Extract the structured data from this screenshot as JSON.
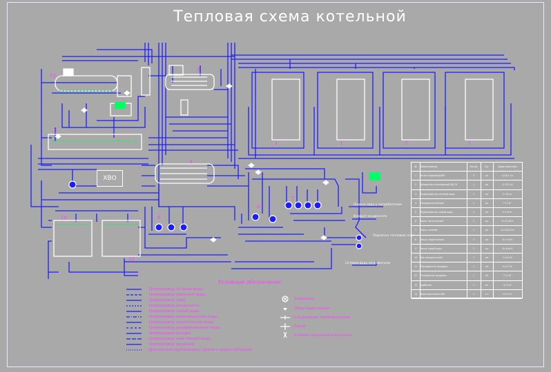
{
  "title": "Тепловая схема котельной",
  "yvo_label": "ХВО",
  "legend_title": "Условные обозначения",
  "legend_lines": [
    "Трубопровод сетевой воды",
    "Трубопровод обратной воды",
    "Трубопровод пара",
    "Трубопровод конденсата",
    "Трубопровод сырой воды",
    "Трубопровод химочищенной воды",
    "Трубопровод подпиточной воды",
    "Трубопровод деаэрированной воды",
    "Трубопровод выпара",
    "Трубопровод умягчённой воды",
    "Трубопровод продувки",
    "Дренажный трубопровод горячего водоснабжения"
  ],
  "symbols": [
    "Задвижка",
    "Обратный клапан",
    "Соединение трубопроводов",
    "Насос",
    "Клапан предохранительный"
  ],
  "side_notes": [
    "Подача пара к потребителям",
    "Возврат конденсата",
    "Подпитка тепловой сети",
    "Сетевая вода потребителю"
  ],
  "table": {
    "header": [
      "№",
      "Наименование",
      "Кол-во",
      "Ед.",
      "Характеристика"
    ],
    "rows": [
      [
        "1",
        "Котёл паровой ДКВР",
        "4",
        "шт",
        "Q=6,5 т/ч"
      ],
      [
        "2",
        "Деаэратор атмосферный ДА-25",
        "1",
        "шт",
        "G=25 т/ч"
      ],
      [
        "3",
        "Подогреватель сетевой воды",
        "2",
        "шт",
        "F=30 м²"
      ],
      [
        "4",
        "Охладитель выпара",
        "1",
        "шт",
        "F=2 м²"
      ],
      [
        "5",
        "Подогреватель сырой воды",
        "1",
        "шт",
        "F=10 м²"
      ],
      [
        "6",
        "Насос питательный",
        "3",
        "шт",
        "G=10 м³/ч"
      ],
      [
        "7",
        "Насос сетевой",
        "3",
        "шт",
        "G=100 м³/ч"
      ],
      [
        "8",
        "Насос подпиточный",
        "2",
        "шт",
        "G=5 м³/ч"
      ],
      [
        "9",
        "Насос сырой воды",
        "2",
        "шт",
        "G=8 м³/ч"
      ],
      [
        "10",
        "Бак конденсатный",
        "2",
        "шт",
        "V=10 м³"
      ],
      [
        "11",
        "Расширитель продувки",
        "1",
        "шт",
        "V=0,7 м³"
      ],
      [
        "12",
        "Охладитель продувки",
        "1",
        "шт",
        "F=1 м²"
      ],
      [
        "13",
        "Барботер",
        "1",
        "шт",
        "V=1 м³"
      ],
      [
        "14",
        "Водоподготовка ХВО",
        "1",
        "к-т",
        "G=5 т/ч"
      ]
    ]
  },
  "colors": {
    "background": "#a9a9a9",
    "pipe": "#1c1cff",
    "equipment": "#ffffff",
    "label": "#ff40ff",
    "accent": "#00ff66"
  }
}
